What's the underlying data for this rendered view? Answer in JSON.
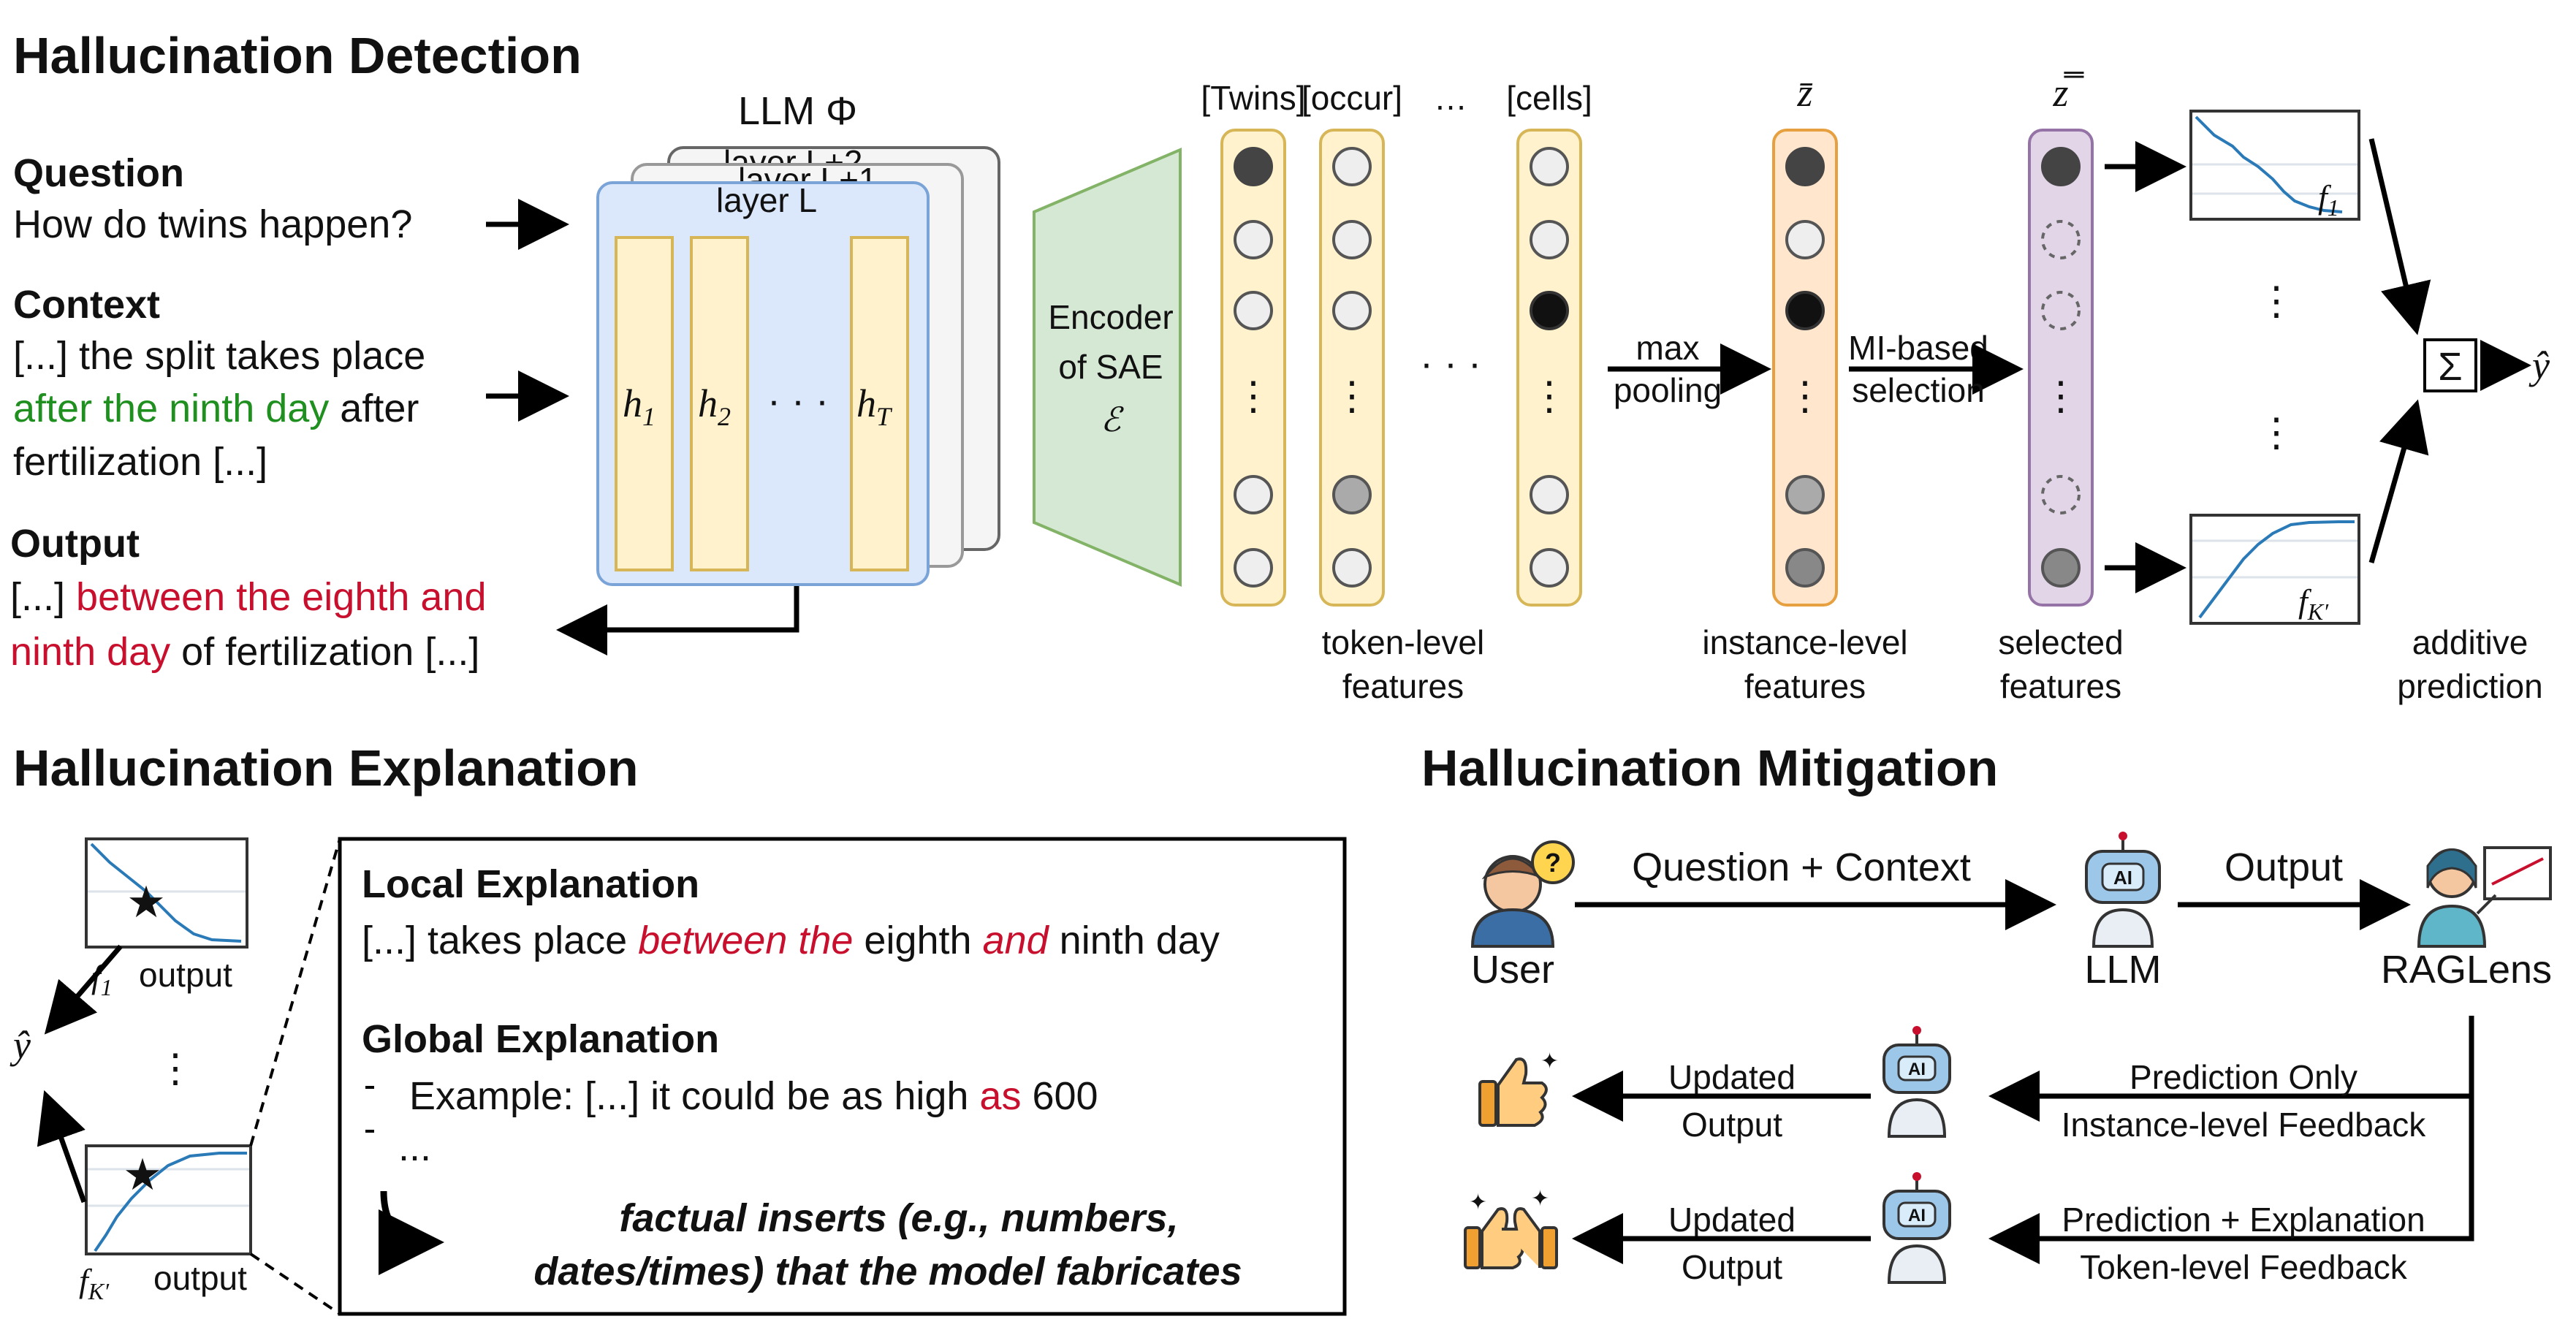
{
  "detection": {
    "title": "Hallucination Detection",
    "question_label": "Question",
    "question_text": "How do twins happen?",
    "context_label": "Context",
    "context_line1": "[...] the split takes place",
    "context_line2_green": "after the ninth day",
    "context_line2_rest": " after",
    "context_line3": "fertilization [...]",
    "output_label": "Output",
    "output_line1_prefix": "[...] ",
    "output_line1_red": "between the eighth and",
    "output_line2_red": "ninth day",
    "output_line2_rest": " of fertilization [...]",
    "llm_label": "LLM Φ",
    "layer_L2": "layer L+2",
    "layer_L1": "layer L+1",
    "layer_L": "layer L",
    "h1": "h",
    "h1_sub": "1",
    "h2": "h",
    "h2_sub": "2",
    "hdots": "· · ·",
    "hT": "h",
    "hT_sub": "T",
    "encoder_line1": "Encoder",
    "encoder_line2": "of SAE",
    "encoder_symbol": "ℰ",
    "token_headers": [
      "[Twins]",
      "[occur]",
      "…",
      "[cells]"
    ],
    "mid_dots": "· · ·",
    "token_caption_1": "token-level",
    "token_caption_2": "features",
    "max_pooling_1": "max",
    "max_pooling_2": "pooling",
    "zbar": "z̄",
    "instance_caption_1": "instance-level",
    "instance_caption_2": "features",
    "mi_1": "MI-based",
    "mi_2": "selection",
    "zbarbar": "z̿",
    "selected_caption_1": "selected",
    "selected_caption_2": "features",
    "f1": "f",
    "f1_sub": "1",
    "fK": "f",
    "fK_sub": "K′",
    "sigma": "Σ",
    "yhat": "ŷ",
    "additive_1": "additive",
    "additive_2": "prediction"
  },
  "explanation": {
    "title": "Hallucination Explanation",
    "f1_output": "output",
    "fK_output": "output",
    "yhat": "ŷ",
    "local_title": "Local Explanation",
    "local_p1": "[...] takes place ",
    "local_red1": "between the",
    "local_p2": " eighth ",
    "local_red2": "and",
    "local_p3": " ninth day",
    "global_title": "Global Explanation",
    "bullet1_prefix": "Example: [...] it could be as high ",
    "bullet1_red": "as",
    "bullet1_rest": " 600",
    "bullet2": "...",
    "conclusion_1": "factual inserts (e.g., numbers,",
    "conclusion_2": "dates/times) that the model fabricates"
  },
  "mitigation": {
    "title": "Hallucination Mitigation",
    "question_context": "Question + Context",
    "output": "Output",
    "user": "User",
    "llm": "LLM",
    "raglens": "RAGLens",
    "prediction_only": "Prediction Only",
    "instance_feedback": "Instance-level Feedback",
    "prediction_explanation": "Prediction + Explanation",
    "token_feedback": "Token-level Feedback",
    "updated_1": "Updated",
    "output_1": "Output",
    "updated_2": "Updated",
    "output_2": "Output",
    "ai_badge": "AI"
  },
  "colors": {
    "layer_blue": "#dbe8fb",
    "layer_blue_border": "#7aa3d8",
    "feature_yellow": "#fff2cc",
    "feature_yellow_border": "#d6b656",
    "encoder_green": "#d5e8d4",
    "encoder_green_border": "#82b366",
    "instance_orange": "#ffe6cc",
    "instance_orange_border": "#e6a040",
    "selected_purple": "#e1d5e7",
    "selected_purple_border": "#9673a6",
    "highlight_red": "#c8102e",
    "highlight_green": "#1f8f1f",
    "curve_blue": "#2a7ab8"
  }
}
